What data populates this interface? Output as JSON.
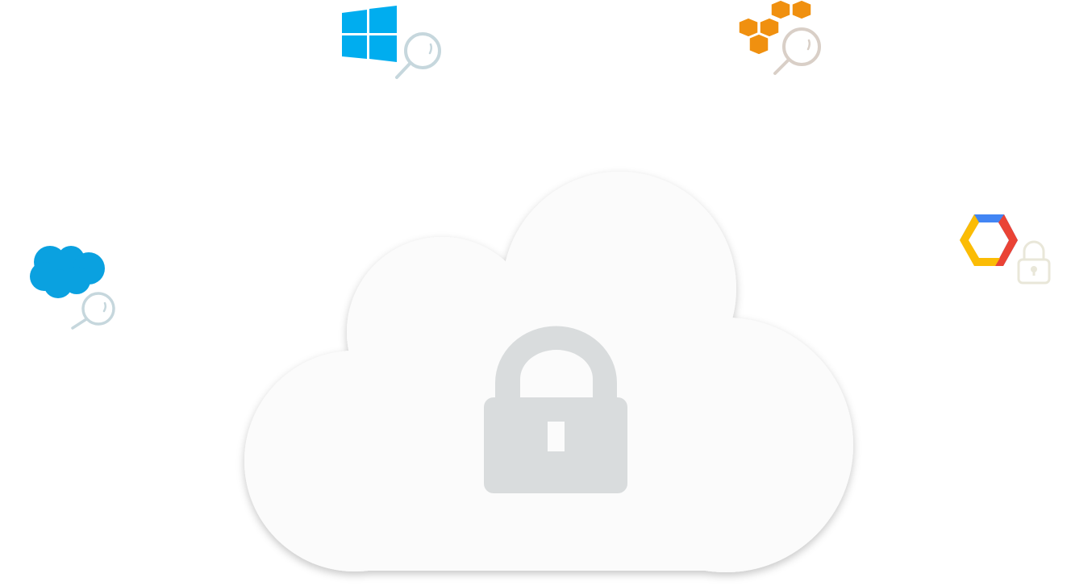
{
  "illustration": {
    "center": {
      "icon": "cloud-lock-icon",
      "cloud_color": "#fbfbfb",
      "lock_color": "#d9dcdd"
    },
    "providers": [
      {
        "name": "windows-azure",
        "icon": "windows-logo-icon",
        "color": "#00adef",
        "action": "search-icon"
      },
      {
        "name": "aws",
        "icon": "aws-cubes-icon",
        "color": "#f0900f",
        "action": "search-icon"
      },
      {
        "name": "salesforce",
        "icon": "salesforce-cloud-icon",
        "color": "#0aa1e0",
        "action": "search-icon"
      },
      {
        "name": "google-cloud",
        "icon": "gcp-hexagon-icon",
        "colors": [
          "#4285f4",
          "#ea4335",
          "#fbbc05"
        ],
        "action": "lock-icon"
      }
    ],
    "magnifier_color": "#c6d7dd",
    "aws_magnifier_color": "#d9cfc7",
    "small_lock_color": "#e9e7d9"
  }
}
